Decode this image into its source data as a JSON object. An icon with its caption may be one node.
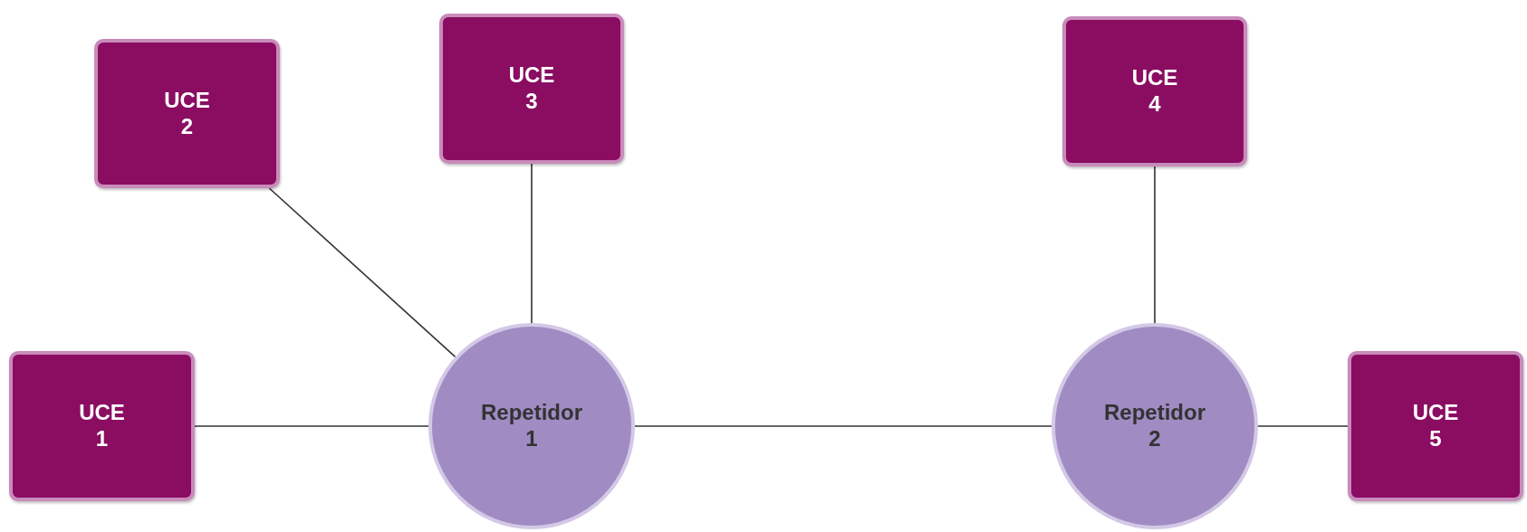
{
  "diagram": {
    "nodes": [
      {
        "text": [
          "UCE 1"
        ]
      },
      {
        "text": [
          "UCE 2"
        ]
      },
      {
        "text": [
          "UCE 3"
        ]
      },
      {
        "text": [
          "UCE 4"
        ]
      },
      {
        "text": [
          "UCE 5"
        ]
      },
      {
        "text": [
          "Repetidor 1"
        ]
      },
      {
        "text": [
          "Repetidor 2"
        ]
      }
    ],
    "edges": [
      {
        "from": 0,
        "to": 5,
        "arrow": "none"
      },
      {
        "from": 1,
        "to": 5,
        "arrow": "none"
      },
      {
        "from": 2,
        "to": 5,
        "arrow": "none"
      },
      {
        "from": 5,
        "to": 6,
        "arrow": "none"
      },
      {
        "from": 3,
        "to": 6,
        "arrow": "none"
      },
      {
        "from": 6,
        "to": 4,
        "arrow": "none"
      }
    ]
  }
}
